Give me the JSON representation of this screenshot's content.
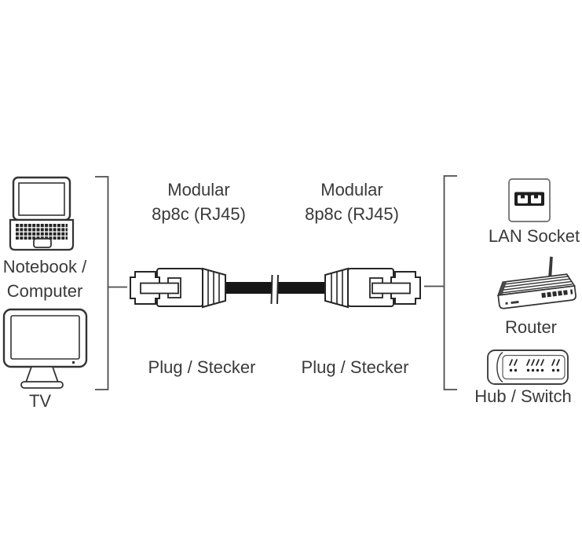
{
  "labels": {
    "left_connector": {
      "top_line1": "Modular",
      "top_line2": "8p8c (RJ45)",
      "bottom": "Plug / Stecker"
    },
    "right_connector": {
      "top_line1": "Modular",
      "top_line2": "8p8c (RJ45)",
      "bottom": "Plug / Stecker"
    },
    "left_devices": {
      "notebook_line1": "Notebook /",
      "notebook_line2": "Computer",
      "tv": "TV"
    },
    "right_devices": {
      "lan_socket": "LAN Socket",
      "router": "Router",
      "hub_switch": "Hub / Switch"
    }
  },
  "colors": {
    "background": "#ffffff",
    "line": "#333333",
    "bracket": "#4d4d4d",
    "cable": "#161616",
    "text": "#3a3a3a",
    "socket_plate": "#6a6a6a",
    "socket_bar": "#1e1e1e"
  }
}
